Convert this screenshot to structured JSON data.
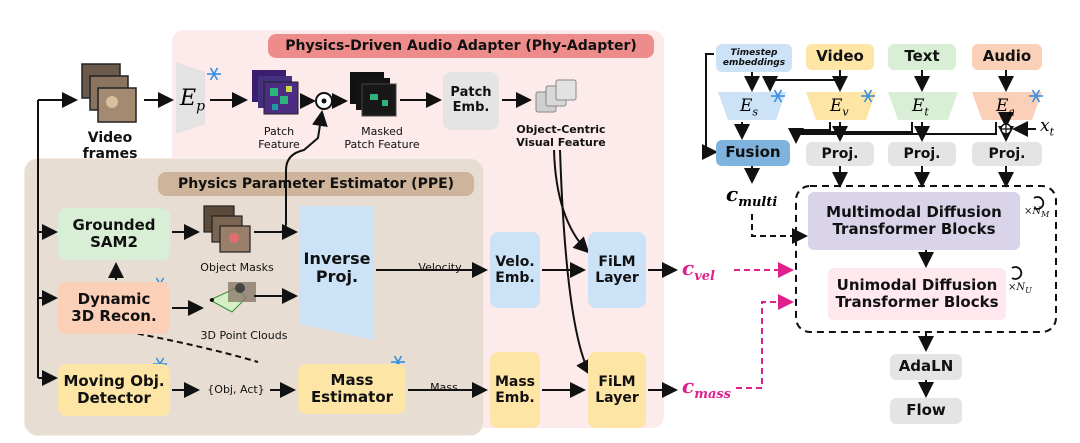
{
  "phy_adapter": {
    "title": "Physics-Driven Audio Adapter (Phy-Adapter)"
  },
  "ppe": {
    "title": "Physics Parameter Estimator (PPE)"
  },
  "inputs": {
    "video_frames": "Video frames",
    "timestep": "Timestep\nembeddings",
    "video": "Video",
    "text": "Text",
    "audio": "Audio"
  },
  "encoders": {
    "ep": "E",
    "ep_sub": "p",
    "es": "E",
    "es_sub": "s",
    "ev": "E",
    "ev_sub": "v",
    "et": "E",
    "et_sub": "t",
    "ea": "E",
    "ea_sub": "a",
    "xt": "x",
    "xt_sub": "t"
  },
  "adapter": {
    "patch_feature": "Patch\nFeature",
    "masked_patch_feature": "Masked\nPatch Feature",
    "patch_emb": "Patch\nEmb.",
    "object_centric": "Object-Centric\nVisual Feature"
  },
  "ppe_nodes": {
    "grounded_sam2": "Grounded\nSAM2",
    "object_masks": "Object Masks",
    "dynamic_3d": "Dynamic\n3D Recon.",
    "point_clouds": "3D Point Clouds",
    "moving_obj": "Moving Obj.\nDetector",
    "obj_act": "{Obj, Act}",
    "inverse_proj": "Inverse\nProj.",
    "velocity": "Velocity",
    "mass_estimator": "Mass\nEstimator",
    "mass": "Mass"
  },
  "embeds": {
    "velo_emb": "Velo.\nEmb.",
    "mass_emb": "Mass\nEmb.",
    "film1": "FiLM\nLayer",
    "film2": "FiLM\nLayer"
  },
  "conds": {
    "c": "c",
    "vel": "vel",
    "mass": "mass",
    "multi": "multi"
  },
  "right": {
    "fusion": "Fusion",
    "proj_v": "Proj.",
    "proj_t": "Proj.",
    "proj_a": "Proj.",
    "mm_dit": "Multimodal Diffusion\nTransformer Blocks",
    "um_dit": "Unimodal Diffusion\nTransformer Blocks",
    "nm": "×N",
    "nm_sub": "M",
    "nu": "×N",
    "nu_sub": "U",
    "adaln": "AdaLN",
    "flow": "Flow"
  },
  "colors": {
    "adapter_bg": "#fdeaea",
    "adapter_title": "#ee8c8c",
    "ppe_bg": "#e7ddd2",
    "ppe_title": "#cdb49b",
    "green": "#d9efd5",
    "orange": "#fbd0b8",
    "yellow": "#fde5a6",
    "blue": "#cce2f6",
    "fusion": "#7fb3dd",
    "gray": "#e4e4e4",
    "lavender": "#dad4ea",
    "pink": "#ffe9ee",
    "magenta": "#e0208c"
  }
}
